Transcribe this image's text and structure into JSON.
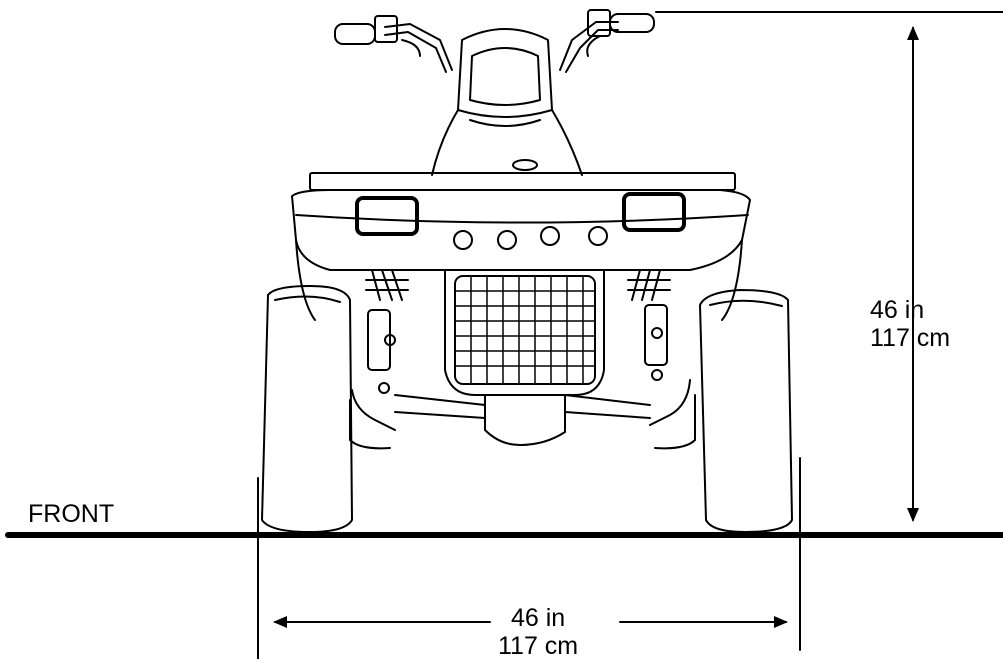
{
  "labels": {
    "front": "FRONT",
    "height_in": "46 in",
    "height_cm": "117 cm",
    "width_in": "46 in",
    "width_cm": "117 cm"
  },
  "colors": {
    "ink": "#000000",
    "background": "#ffffff"
  }
}
